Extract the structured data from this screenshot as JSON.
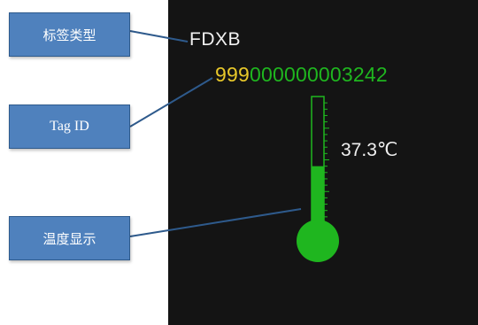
{
  "labels": {
    "tag_type": "标签类型",
    "tag_id": "Tag ID",
    "temperature_display": "温度显示"
  },
  "device": {
    "tag_type_value": "FDXB",
    "tag_id_prefix": "999",
    "tag_id_rest": "000000003242",
    "temperature": "37.3℃",
    "thermometer_fill_fraction": 0.45
  },
  "colors": {
    "callout_fill": "#4f81bd",
    "screen_bg": "#141414",
    "id_prefix": "#e8c82a",
    "id_digits": "#1fb61f",
    "thermometer": "#1fb61f"
  },
  "icons": {
    "thermometer": "thermometer-icon"
  }
}
